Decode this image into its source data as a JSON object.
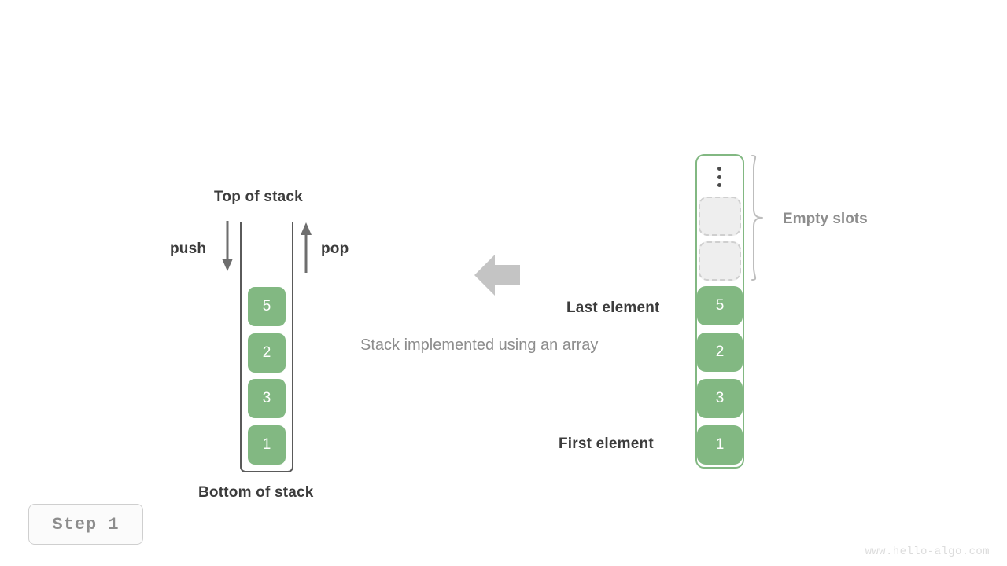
{
  "meta": {
    "watermark": "www.hello-algo.com",
    "step_badge": "Step 1",
    "caption": "Stack implemented using an array",
    "accent_green": "#82b882",
    "text_dark": "#3c3c3c",
    "text_gray": "#8d8d8d",
    "empty_slot_fill": "#eeeeee",
    "arrow_gray": "#c4c4c4",
    "container_stroke": "#5a5a5a"
  },
  "stack": {
    "top_label": "Top of stack",
    "bottom_label": "Bottom of stack",
    "push_label": "push",
    "pop_label": "pop",
    "items": [
      "5",
      "2",
      "3",
      "1"
    ]
  },
  "array": {
    "ellipsis": "vertical-ellipsis",
    "empty_slots_label": "Empty slots",
    "empty_slot_count": 2,
    "items": [
      "5",
      "2",
      "3",
      "1"
    ],
    "last_element_label": "Last element",
    "first_element_label": "First element"
  }
}
